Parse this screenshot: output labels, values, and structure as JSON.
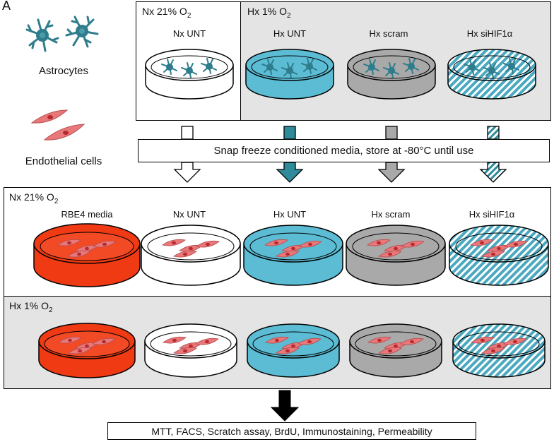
{
  "panel_letter": "A",
  "legend": {
    "astrocytes": "Astrocytes",
    "endothelial": "Endothelial cells"
  },
  "top": {
    "nx_title": "Nx 21% O",
    "nx_sub": "2",
    "hx_title": "Hx 1% O",
    "hx_sub": "2",
    "dishes": [
      "Nx UNT",
      "Hx UNT",
      "Hx scram",
      "Hx siHIF1α"
    ]
  },
  "banner": "Snap freeze conditioned media, store at -80°C until use",
  "nx_row": {
    "title": "Nx 21% O",
    "sub": "2",
    "dishes": [
      "RBE4 media",
      "Nx UNT",
      "Hx UNT",
      "Hx scram",
      "Hx siHIF1α"
    ]
  },
  "hx_row": {
    "title": "Hx 1% O",
    "sub": "2"
  },
  "assays": "MTT, FACS, Scratch assay, BrdU, Immunostaining, Permeability",
  "colors": {
    "teal": "#2f8a9a",
    "light_blue": "#5bbcd4",
    "gray": "#a9a9a9",
    "red": "#f03a14",
    "cell_pink": "#e8787a",
    "panel_gray": "#e4e4e4"
  }
}
